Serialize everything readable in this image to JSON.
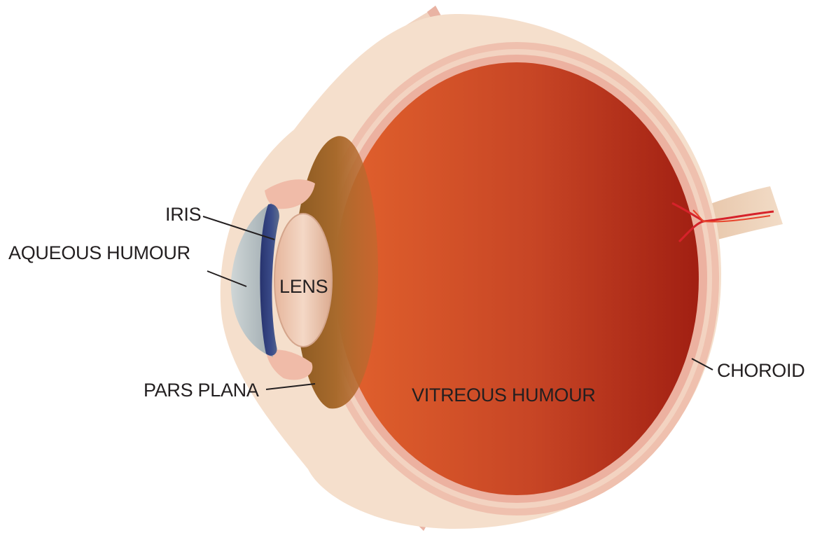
{
  "labels": {
    "iris": "IRIS",
    "aqueous_humour": "AQUEOUS HUMOUR",
    "lens": "LENS",
    "pars_plana": "PARS PLANA",
    "vitreous_humour": "VITREOUS HUMOUR",
    "choroid": "CHOROID"
  },
  "colors": {
    "vitreous_left": "#e2622d",
    "vitreous_right": "#a11f12",
    "retina": "#eebcaa",
    "sclera": "#f5dfcc",
    "lens": "#f0cfba",
    "iris": "#2b3a78",
    "aqueous": "#bcc6c8",
    "ciliary": "#a86a2c",
    "vessel": "#d6222a"
  }
}
